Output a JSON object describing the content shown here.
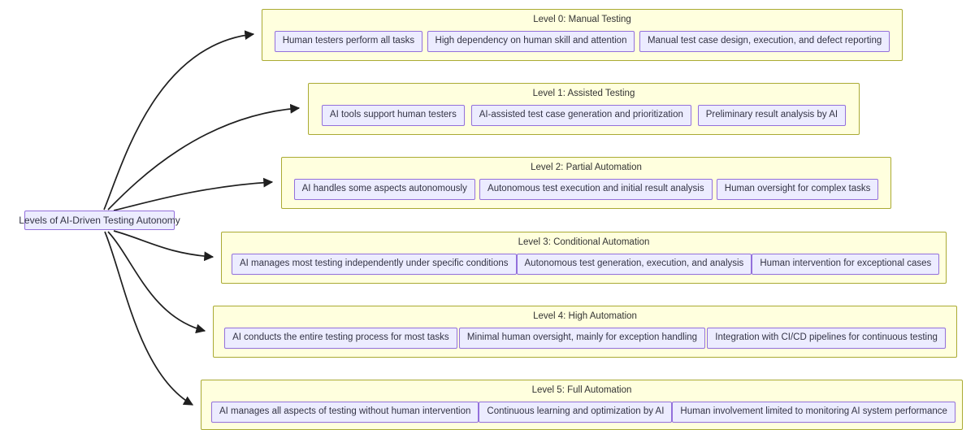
{
  "diagram": {
    "title": "Levels of AI-Driven Testing Autonomy",
    "colors": {
      "node_fill": "#ECECFF",
      "node_border": "#9370DB",
      "group_fill": "#FFFFDE",
      "group_border": "#AAAA33",
      "edge": "#1f1f1f",
      "background": "#FFFFFF",
      "text": "#333344"
    },
    "root": {
      "label": "Levels of AI-Driven Testing Autonomy"
    },
    "groups": [
      {
        "id": "level0",
        "title": "Level 0: Manual Testing",
        "items": [
          "Human testers perform all tasks",
          "High dependency on human skill and attention",
          "Manual test case design, execution, and defect reporting"
        ]
      },
      {
        "id": "level1",
        "title": "Level 1: Assisted Testing",
        "items": [
          "AI tools support human testers",
          "AI-assisted test case generation and prioritization",
          "Preliminary result analysis by AI"
        ]
      },
      {
        "id": "level2",
        "title": "Level 2: Partial Automation",
        "items": [
          "AI handles some aspects autonomously",
          "Autonomous test execution and initial result analysis",
          "Human oversight for complex tasks"
        ]
      },
      {
        "id": "level3",
        "title": "Level 3: Conditional Automation",
        "items": [
          "AI manages most testing independently under specific conditions",
          "Autonomous test generation, execution, and analysis",
          "Human intervention for exceptional cases"
        ]
      },
      {
        "id": "level4",
        "title": "Level 4: High Automation",
        "items": [
          "AI conducts the entire testing process for most tasks",
          "Minimal human oversight, mainly for exception handling",
          "Integration with CI/CD pipelines for continuous testing"
        ]
      },
      {
        "id": "level5",
        "title": "Level 5: Full Automation",
        "items": [
          "AI manages all aspects of testing without human intervention",
          "Continuous learning and optimization by AI",
          "Human involvement limited to monitoring AI system performance"
        ]
      }
    ]
  }
}
